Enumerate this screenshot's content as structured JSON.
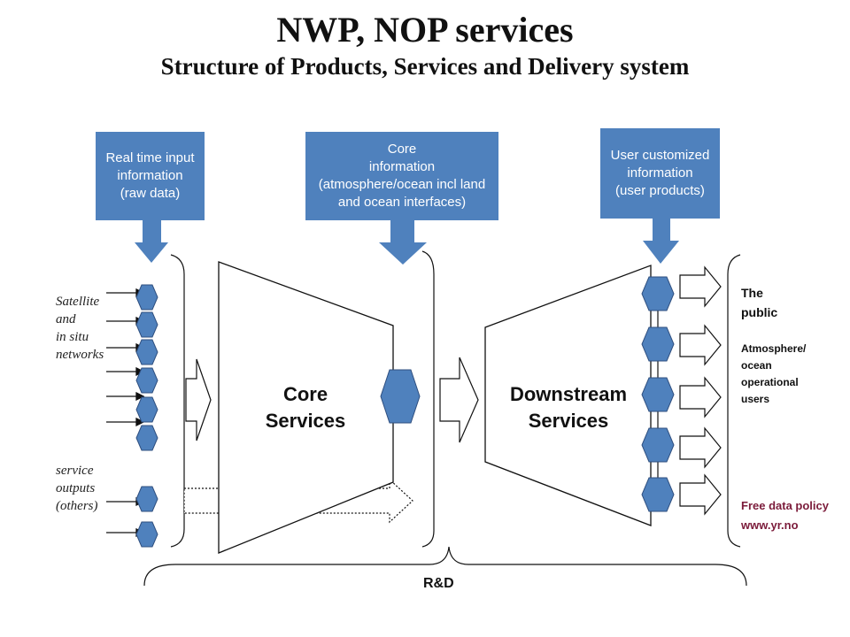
{
  "title": "NWP, NOP services",
  "subtitle": "Structure of Products, Services and Delivery system",
  "boxes": {
    "input": "Real time input\ninformation\n(raw data)",
    "core": "Core\ninformation\n(atmosphere/ocean incl land\nand ocean interfaces)",
    "user": "User customized\ninformation\n(user products)"
  },
  "left_labels": {
    "satellite": "Satellite\nand\nin situ\nnetworks",
    "service": "service\noutputs\n(others)"
  },
  "core_services": "Core\nServices",
  "downstream_services": "Downstream\nServices",
  "right_labels": {
    "public": "The\npublic",
    "atmosphere": "Atmosphere/\nocean\noperational\nusers",
    "policy": "Free data policy\nwww.yr.no"
  },
  "rd": "R&D",
  "colors": {
    "box": "#4f81bd",
    "hexagon": "#4f81bd",
    "policy_text": "#7b1b3a"
  }
}
